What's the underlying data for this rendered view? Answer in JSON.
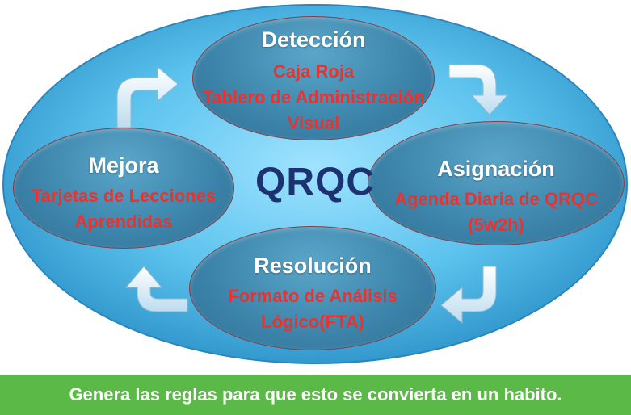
{
  "diagram": {
    "center_label": "QRQC",
    "stages": {
      "deteccion": {
        "title": "Detección",
        "lines": [
          "Caja Roja",
          "Tablero de Administración",
          "Visual"
        ]
      },
      "asignacion": {
        "title": "Asignación",
        "lines": [
          "Agenda Diaria de QRQC",
          "(5w2h)"
        ]
      },
      "resolucion": {
        "title": "Resolución",
        "lines": [
          "Formato de Análisis",
          "Lógico(FTA)"
        ]
      },
      "mejora": {
        "title": "Mejora",
        "lines": [
          "Tarjetas de Lecciones",
          "Aprendidas"
        ]
      }
    }
  },
  "footer": {
    "text": "Genera las reglas para que esto se convierta en un habito."
  },
  "colors": {
    "outer_ellipse": "#5fc6ef",
    "node_fill": "#3e86ac",
    "title_text": "#ffffff",
    "detail_text": "#e8332f",
    "center_text": "#1d3270",
    "footer_bg": "#5bb947",
    "arrow": "#d9ecf7"
  }
}
